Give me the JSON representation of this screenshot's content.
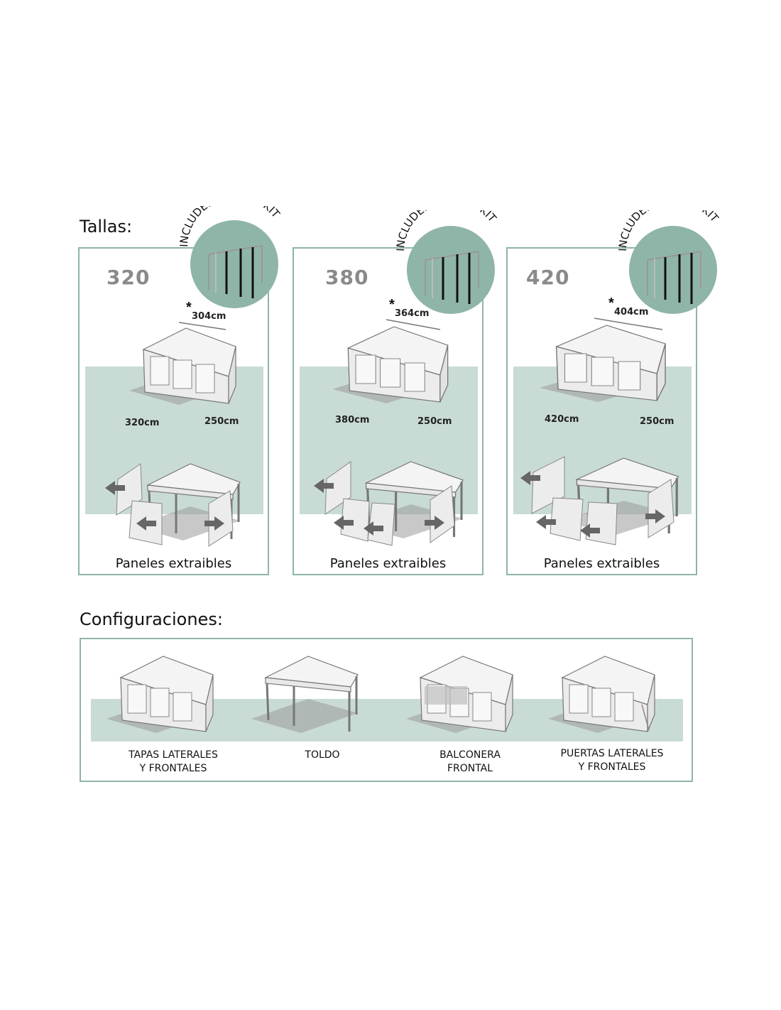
{
  "headings": {
    "sizes": "Tallas:",
    "configurations": "Configuraciones:"
  },
  "winter_kit_badge": {
    "text": "INCLUDED WINTER KIT",
    "color": "#8fb5a8"
  },
  "sizes": [
    {
      "number": "320",
      "top_width": "304cm",
      "front_width": "320cm",
      "depth": "250cm",
      "caption": "Paneles extraibles"
    },
    {
      "number": "380",
      "top_width": "364cm",
      "front_width": "380cm",
      "depth": "250cm",
      "caption": "Paneles extraibles"
    },
    {
      "number": "420",
      "top_width": "404cm",
      "front_width": "420cm",
      "depth": "250cm",
      "caption": "Paneles extraibles"
    }
  ],
  "configurations": [
    {
      "line1": "TAPAS LATERALES",
      "line2": "Y FRONTALES"
    },
    {
      "line1": "TOLDO",
      "line2": ""
    },
    {
      "line1": "BALCONERA",
      "line2": "FRONTAL"
    },
    {
      "line1": "PUERTAS LATERALES",
      "line2": "Y FRONTALES"
    }
  ],
  "colors": {
    "accent": "#8fb5a8",
    "ground": "#c9dbd5",
    "number": "#8a8a8a"
  }
}
